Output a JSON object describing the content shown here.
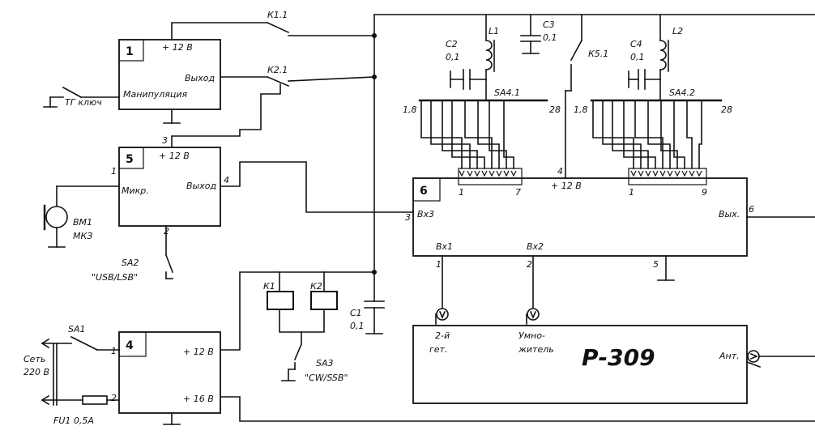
{
  "blocks": {
    "b1": {
      "number": "1",
      "supply": "+ 12 В",
      "out": "Выход",
      "function": "Манипуляция"
    },
    "b5": {
      "number": "5",
      "supply": "+ 12 В",
      "in": "Микр.",
      "out": "Выход",
      "pin1": "1",
      "pin2": "2",
      "pin3": "3",
      "pin4": "4"
    },
    "b4": {
      "number": "4",
      "out12": "+ 12 В",
      "out16": "+ 16 В",
      "pin1": "1",
      "pin2": "2"
    },
    "b6": {
      "number": "6",
      "inp": "Вх3",
      "in1": "Вх1",
      "in2": "Вх2",
      "out": "Вых.",
      "supply": "+ 12 В",
      "pin1": "1",
      "pin2": "2",
      "pin3": "3",
      "pin4": "4",
      "pin5": "5",
      "pin6": "6",
      "sw1_first": "1",
      "sw1_last": "7",
      "sw2_first": "1",
      "sw2_last": "9"
    },
    "receiver": {
      "name": "Р-309",
      "in_det": "2-й",
      "in_det2": "гет.",
      "in_mult": "Умно-",
      "in_mult2": "житель",
      "ant": "Ант."
    }
  },
  "components": {
    "k11": "К1.1",
    "k21": "К2.1",
    "k51": "К5.1",
    "k1": "К1",
    "k2": "К2",
    "c1": "С1",
    "c1v": "0,1",
    "c2": "С2",
    "c2v": "0,1",
    "c3": "С3",
    "c3v": "0,1",
    "c4": "С4",
    "c4v": "0,1",
    "l1": "L1",
    "l2": "L2",
    "sa41": "SA4.1",
    "sa42": "SA4.2",
    "sa41_left": "1,8",
    "sa41_right": "28",
    "sa42_left": "1,8",
    "sa42_right": "28",
    "tg": "ТГ ключ",
    "bm1": "ВМ1",
    "bm1t": "МКЗ",
    "sa1": "SA1",
    "sa2": "SA2",
    "sa2mode": "\"USB/LSB\"",
    "sa3": "SA3",
    "sa3mode": "\"CW/SSB\"",
    "fu1": "FU1  0,5А",
    "mains1": "Сеть",
    "mains2": "220 В"
  }
}
